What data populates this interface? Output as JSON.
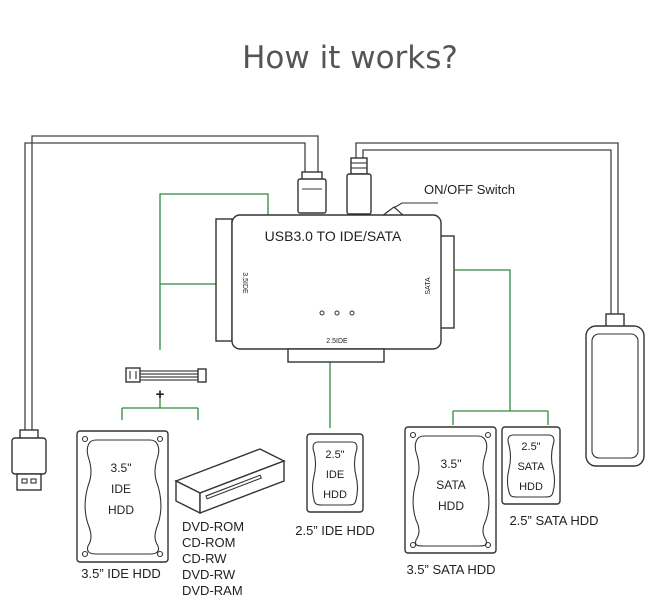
{
  "title": "How it works?",
  "adapter": {
    "label": "USB3.0 TO IDE/SATA",
    "left_port_label": "3.5IDE",
    "right_port_label": "SATA",
    "bottom_port_label": "2.5IDE"
  },
  "switch_label": "ON/OFF Switch",
  "connector_plus": "+",
  "drives": {
    "ide35": {
      "line1": "3.5\"",
      "line2": "IDE",
      "line3": "HDD",
      "caption": "3.5”  IDE HDD"
    },
    "ide25": {
      "line1": "2.5\"",
      "line2": "IDE",
      "line3": "HDD",
      "caption": "2.5”  IDE HDD"
    },
    "sata35": {
      "line1": "3.5\"",
      "line2": "SATA",
      "line3": "HDD",
      "caption": "3.5”  SATA HDD"
    },
    "sata25": {
      "line1": "2.5\"",
      "line2": "SATA",
      "line3": "HDD",
      "caption": "2.5”  SATA HDD"
    }
  },
  "optical_drives": [
    "DVD-ROM",
    "CD-ROM",
    "CD-RW",
    "DVD-RW",
    "DVD-RAM"
  ],
  "colors": {
    "connector_line": "#2e8b3e",
    "cable": "#444444",
    "title": "#555555"
  }
}
